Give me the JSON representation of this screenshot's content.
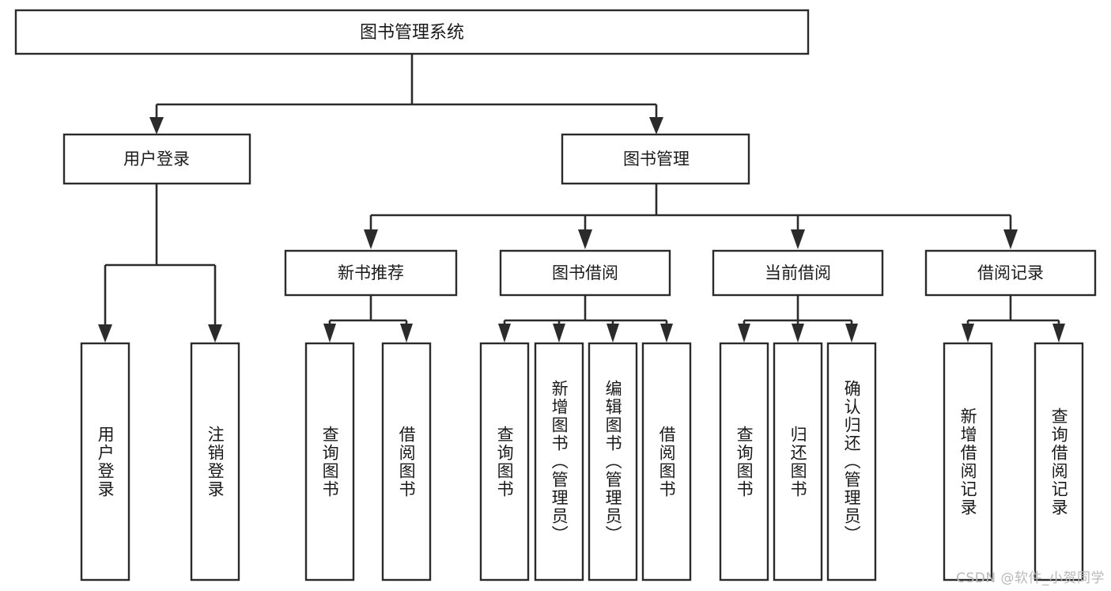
{
  "diagram": {
    "title": "图书管理系统",
    "type": "tree-hierarchy-diagram",
    "root": {
      "id": "root",
      "label": "图书管理系统"
    },
    "level2": [
      {
        "id": "user-login",
        "label": "用户登录"
      },
      {
        "id": "book-management",
        "label": "图书管理"
      }
    ],
    "level3": [
      {
        "id": "new-book-recommend",
        "label": "新书推荐",
        "parent": "book-management"
      },
      {
        "id": "book-borrow",
        "label": "图书借阅",
        "parent": "book-management"
      },
      {
        "id": "current-borrow",
        "label": "当前借阅",
        "parent": "book-management"
      },
      {
        "id": "borrow-record",
        "label": "借阅记录",
        "parent": "book-management"
      }
    ],
    "leaves": {
      "user-login": [
        {
          "id": "leaf-user-login",
          "label": "用户登录"
        },
        {
          "id": "leaf-user-logout",
          "label": "注销登录"
        }
      ],
      "new-book-recommend": [
        {
          "id": "leaf-query-book-1",
          "label": "查询图书"
        },
        {
          "id": "leaf-borrow-book-1",
          "label": "借阅图书"
        }
      ],
      "book-borrow": [
        {
          "id": "leaf-query-book-2",
          "label": "查询图书"
        },
        {
          "id": "leaf-add-book",
          "label": "新增图书（管理员）"
        },
        {
          "id": "leaf-edit-book",
          "label": "编辑图书（管理员）"
        },
        {
          "id": "leaf-borrow-book-2",
          "label": "借阅图书"
        }
      ],
      "current-borrow": [
        {
          "id": "leaf-query-book-3",
          "label": "查询图书"
        },
        {
          "id": "leaf-return-book",
          "label": "归还图书"
        },
        {
          "id": "leaf-confirm-return",
          "label": "确认归还（管理员）"
        }
      ],
      "borrow-record": [
        {
          "id": "leaf-add-record",
          "label": "新增借阅记录"
        },
        {
          "id": "leaf-query-record",
          "label": "查询借阅记录"
        }
      ]
    },
    "colors": {
      "box_stroke": "#2b2b2b",
      "box_fill": "#ffffff",
      "connector": "#2b2b2b",
      "text": "#1a1a1a",
      "background": "#ffffff",
      "watermark": "#b9b9b9"
    }
  },
  "watermark": {
    "text": "CSDN @软件_小贺同学"
  }
}
